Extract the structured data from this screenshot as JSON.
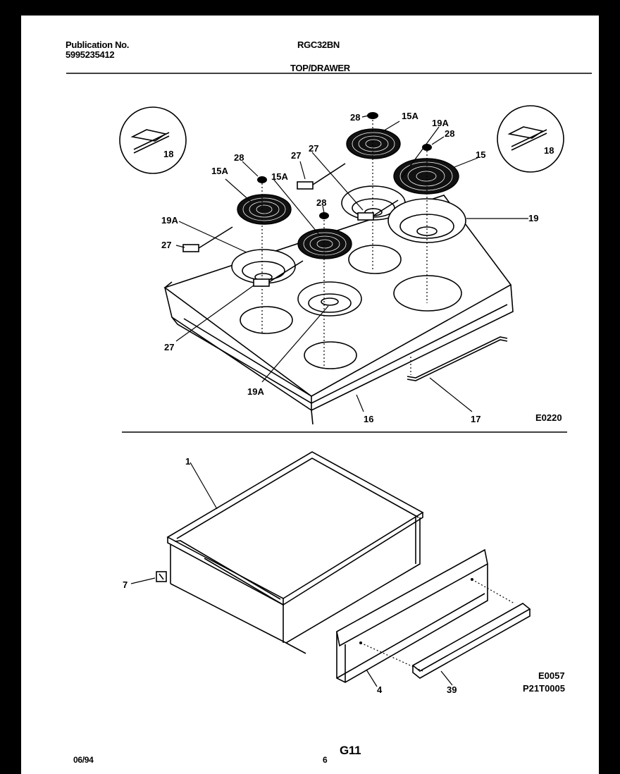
{
  "header": {
    "publication_label": "Publication No.",
    "publication_number": "5995235412",
    "model": "RGC32BN",
    "section_title": "TOP/DRAWER"
  },
  "diagram": {
    "top_assembly": {
      "code": "E0220",
      "callouts": {
        "c28_top": "28",
        "c15a_top": "15A",
        "c19a_top": "19A",
        "c28_right": "28",
        "c15_right": "15",
        "c18_left": "18",
        "c18_right": "18",
        "c28_left": "28",
        "c27_a": "27",
        "c27_b": "27",
        "c15a_left": "15A",
        "c15a_mid": "15A",
        "c28_center": "28",
        "c19a_left": "19A",
        "c27_left": "27",
        "c19_right": "19",
        "c27_bottom": "27",
        "c19a_bottom": "19A",
        "c16": "16",
        "c17": "17"
      }
    },
    "drawer_assembly": {
      "code": "E0057",
      "part_code": "P21T0005",
      "callouts": {
        "c1": "1",
        "c7": "7",
        "c4": "4",
        "c39": "39"
      }
    }
  },
  "footer": {
    "date": "06/94",
    "page": "6",
    "page_id": "G11"
  }
}
